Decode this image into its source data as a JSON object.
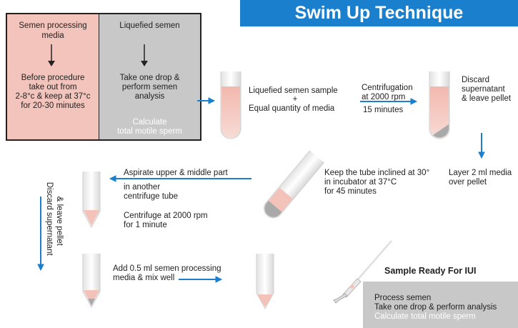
{
  "title": "Swim Up Technique",
  "box_left": {
    "top_text": "Semen processing media",
    "bottom_text": "Before procedure take out from 2-8°c & keep at 37°c for 20-30 minutes",
    "bottom_line1": "Before procedure",
    "bottom_line2": "take out from",
    "bottom_line3": "2-8°c & keep at 37°c",
    "bottom_line4": "for 20-30 minutes"
  },
  "box_right": {
    "top_text": "Liquefied semen",
    "line1": "Take one drop &",
    "line2": "perform semen",
    "line3": "analysis",
    "white1": "Calculate",
    "white2": "total motile sperm"
  },
  "step1": {
    "line1": "Liquefied semen sample",
    "plus": "+",
    "line2": "Equal quantity of media"
  },
  "step2": {
    "line1": "Centrifugation",
    "line2": "at 2000 rpm",
    "line3": "15 minutes"
  },
  "step3": {
    "line1": "Discard",
    "line2": "supernatant",
    "line3": "& leave pellet"
  },
  "step4": {
    "line1": "Layer 2 ml media",
    "line2": "over pellet"
  },
  "step5": {
    "line1": "Keep the tube inclined at 30°",
    "line2": "in incubator at 37°C",
    "line3": "for 45 minutes"
  },
  "step6": {
    "line1": "Aspirate upper & middle part",
    "line2": "in another",
    "line3": "centrifuge tube",
    "line4": "Centrifuge at 2000 rpm",
    "line5": "for 1 minute"
  },
  "step7": {
    "line1": "Discard supernatant",
    "line2": "& leave pellet"
  },
  "step8": {
    "line1": "Add 0.5 ml semen processing",
    "line2": "media & mix well"
  },
  "final": {
    "heading": "Sample Ready For IUI",
    "line1": "Process semen",
    "line2": "Take one drop & perform analysis",
    "line3": "Calculate total motile sperm"
  },
  "colors": {
    "accent": "#1a7fcc",
    "pink_box": "#f2c4bb",
    "grey_box": "#c8c8c8",
    "liquid": "#f3c2b8",
    "pellet": "#a9a9a9"
  }
}
